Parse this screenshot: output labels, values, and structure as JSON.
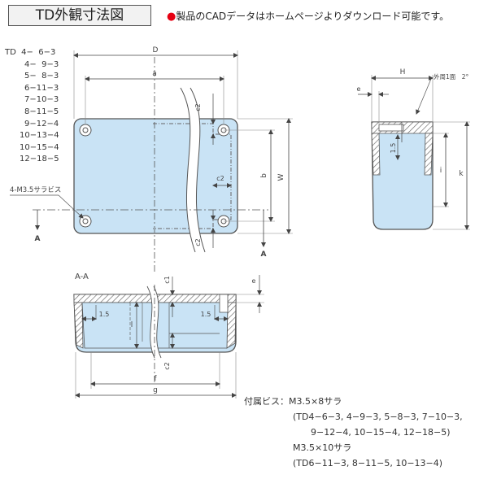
{
  "title": "TD外観寸法図",
  "note": "製品のCADデータはホームページよりダウンロード可能です。",
  "colors": {
    "body_fill": "#c9e3f5",
    "outline": "#555555",
    "bullet": "#e60012"
  },
  "models": [
    "TD  4−  6−3",
    "4−  9−3",
    "5−  8−3",
    "6−11−3",
    "7−10−3",
    "8−11−5",
    "9−12−4",
    "10−13−4",
    "10−15−4",
    "12−18−5"
  ],
  "labels": {
    "D": "D",
    "a": "a",
    "b": "b",
    "W": "W",
    "c2": "c2",
    "screw_callout": "4-M3.5サラビス",
    "section_mark": "A",
    "section_title": "A-A",
    "c1": "c1",
    "e": "e",
    "dim_1_5": "1.5",
    "l": "l",
    "f": "f",
    "g": "g",
    "H": "H",
    "draft": "外周1面　2°",
    "i": "i",
    "k": "k"
  },
  "screw_info": {
    "heading": "付属ビス：",
    "line1": "M3.5×8サラ",
    "line2": "(TD4−6−3, 4−9−3, 5−8−3, 7−10−3,",
    "line3": "9−12−4, 10−15−4, 12−18−5)",
    "line4": "M3.5×10サラ",
    "line5": "(TD6−11−3, 8−11−5, 10−13−4)"
  }
}
